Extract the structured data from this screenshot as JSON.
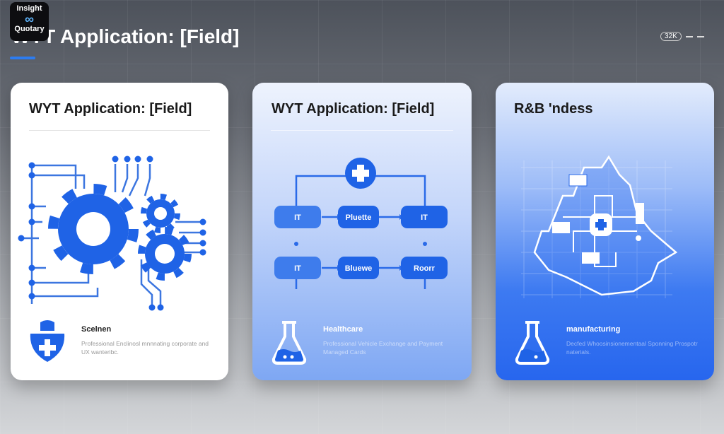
{
  "logo": {
    "line1": "Insight",
    "line2": "Quotary"
  },
  "header": {
    "title": "WYT Application: [Field]",
    "counter": "32K",
    "accent": "#2d7cf0"
  },
  "cards": [
    {
      "title": "WYT Application: [Field]",
      "icon": "gears-circuit-icon",
      "foot_icon": "medical-shield-icon",
      "heading": "Scelnen",
      "text": "Professional Enclinosl mnnnating corporate and UX wanteribc."
    },
    {
      "title": "WYT Application: [Field]",
      "icon": "flowchart-icon",
      "foot_icon": "flask-icon",
      "heading": "Healthcare",
      "text": "Professional Vehicle Exchange and Payment Managed Cards",
      "nodes": [
        "IT",
        "Pluette",
        "IT",
        "IT",
        "Bluewe",
        "Roorr"
      ]
    },
    {
      "title": "R&B 'ndess",
      "icon": "map-network-icon",
      "foot_icon": "flask-icon",
      "heading": "manufacturing",
      "text": "Decfed Whoosinsionementaal Sponning Prospotr naterials."
    }
  ]
}
